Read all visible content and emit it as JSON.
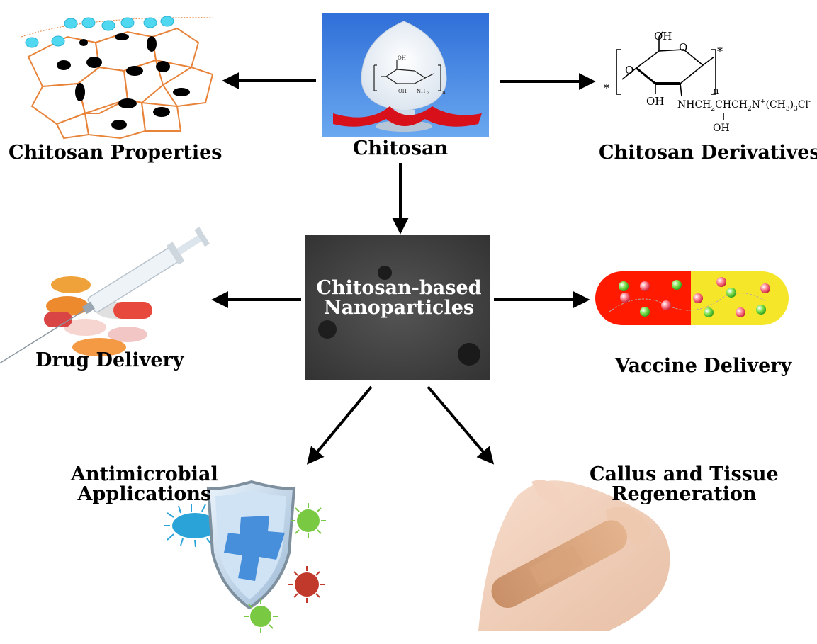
{
  "center": {
    "label": "Chitosan"
  },
  "nanoparticles": {
    "line1": "Chitosan-based",
    "line2": "Nanoparticles"
  },
  "branches": {
    "properties": {
      "label": "Chitosan Properties"
    },
    "derivatives": {
      "label": "Chitosan Derivatives"
    },
    "drug_delivery": {
      "label": "Drug Delivery"
    },
    "vaccine_delivery": {
      "label": "Vaccine Delivery"
    },
    "antimicrobial": {
      "line1": "Antimicrobial",
      "line2": "Applications"
    },
    "regeneration": {
      "line1": "Callus and Tissue",
      "line2": "Regeneration"
    }
  },
  "molecule_photo": {
    "oh": "OH",
    "nh2": "NH",
    "sub2": "2",
    "n": "n"
  },
  "derivative_formula": {
    "oh_top": "OH",
    "oh_left": "OH",
    "n": "n",
    "chain": "NHCH",
    "chain_sub": "2",
    "chain2": "CHCH",
    "chain2_sub": "2",
    "nplus": "N",
    "plus": "+",
    "methyl": "(CH",
    "methyl_sub": "3",
    "methyl_close": ")",
    "methyl_sub2": "3",
    "cl": "Cl",
    "minus": "-",
    "oh_bottom": "OH",
    "star": "*"
  },
  "colors": {
    "cell_outline": "#e8833a",
    "water_bead": "#4fd8f0",
    "capsule_red": "#ff1a00",
    "capsule_yellow": "#f5e62a",
    "micrograph": "#3c3c3c",
    "shield_blue": "#2f7fd6"
  }
}
